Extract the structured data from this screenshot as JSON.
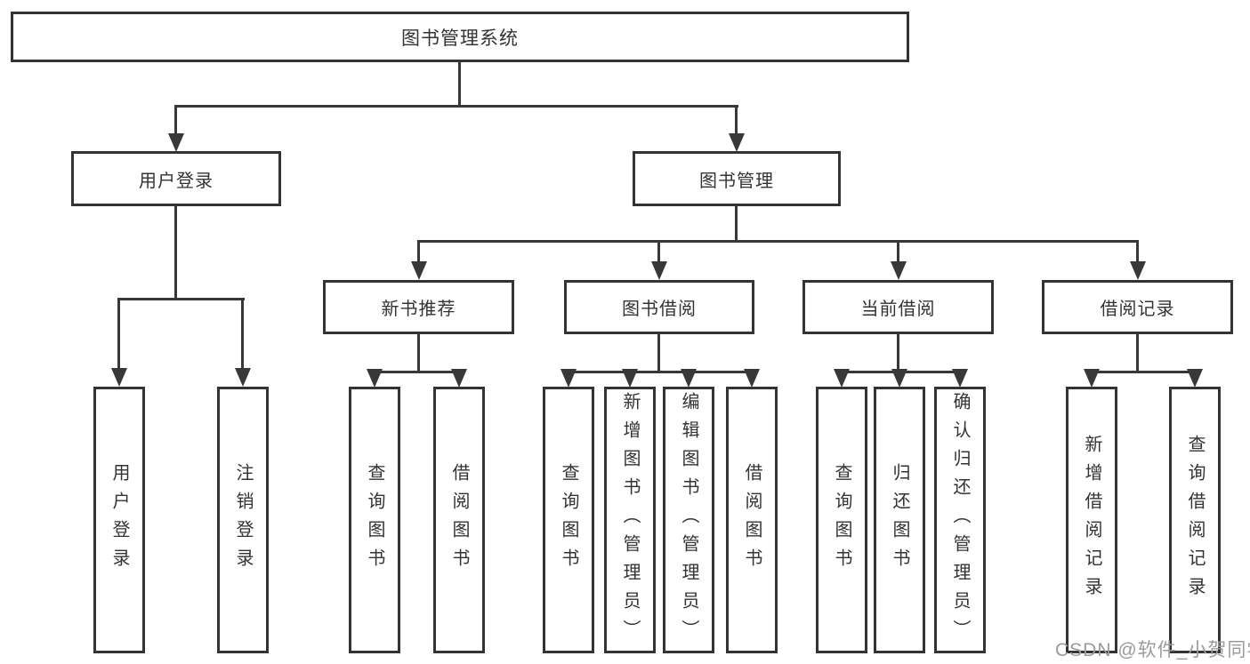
{
  "nodes": {
    "root": "图书管理系统",
    "branches": {
      "user_login": "用户登录",
      "book_mgmt": "图书管理",
      "new_book_rec": "新书推荐",
      "book_borrow": "图书借阅",
      "current_borrow": "当前借阅",
      "borrow_record": "借阅记录"
    },
    "leaves": {
      "user_login": "用户登录",
      "logout": "注销登录",
      "query_books_rec": "查询图书",
      "borrow_books_rec": "借阅图书",
      "query_books_bb": "查询图书",
      "add_books_admin": "新增图书（管理员）",
      "edit_books_admin": "编辑图书（管理员）",
      "borrow_books_bb": "借阅图书",
      "query_books_cb": "查询图书",
      "return_books": "归还图书",
      "confirm_return_admin": "确认归还（管理员）",
      "add_borrow_record": "新增借阅记录",
      "query_borrow_record": "查询借阅记录"
    }
  },
  "watermark": "CSDN @软件_小贺同学",
  "colors": {
    "line": "#383838",
    "box_border": "#333333",
    "text": "#333333",
    "watermark": "#9b9b9b",
    "background": "#ffffff"
  }
}
